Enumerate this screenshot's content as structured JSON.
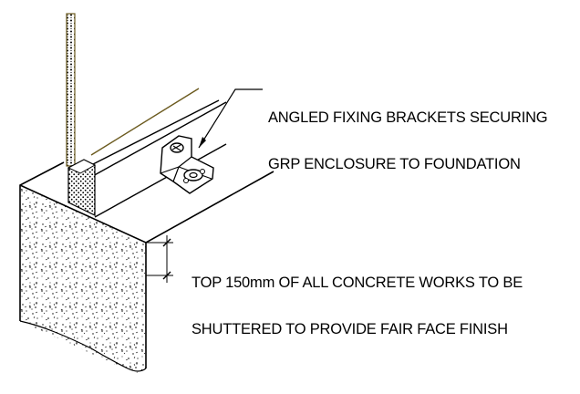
{
  "annotations": {
    "brackets": {
      "line1": "ANGLED FIXING BRACKETS SECURING",
      "line2": "GRP ENCLOSURE TO FOUNDATION"
    },
    "shuttering": {
      "line1": "TOP 150mm OF ALL CONCRETE WORKS TO BE",
      "line2": "SHUTTERED TO PROVIDE FAIR FACE FINISH"
    }
  },
  "colors": {
    "line": "#000000",
    "stud_outline": "#6b5a1e",
    "concrete_speckle": "#000000",
    "background": "#ffffff"
  },
  "icons": [
    "angle-bracket-icon",
    "bolt-washer-icon",
    "dimension-tick-icon"
  ]
}
